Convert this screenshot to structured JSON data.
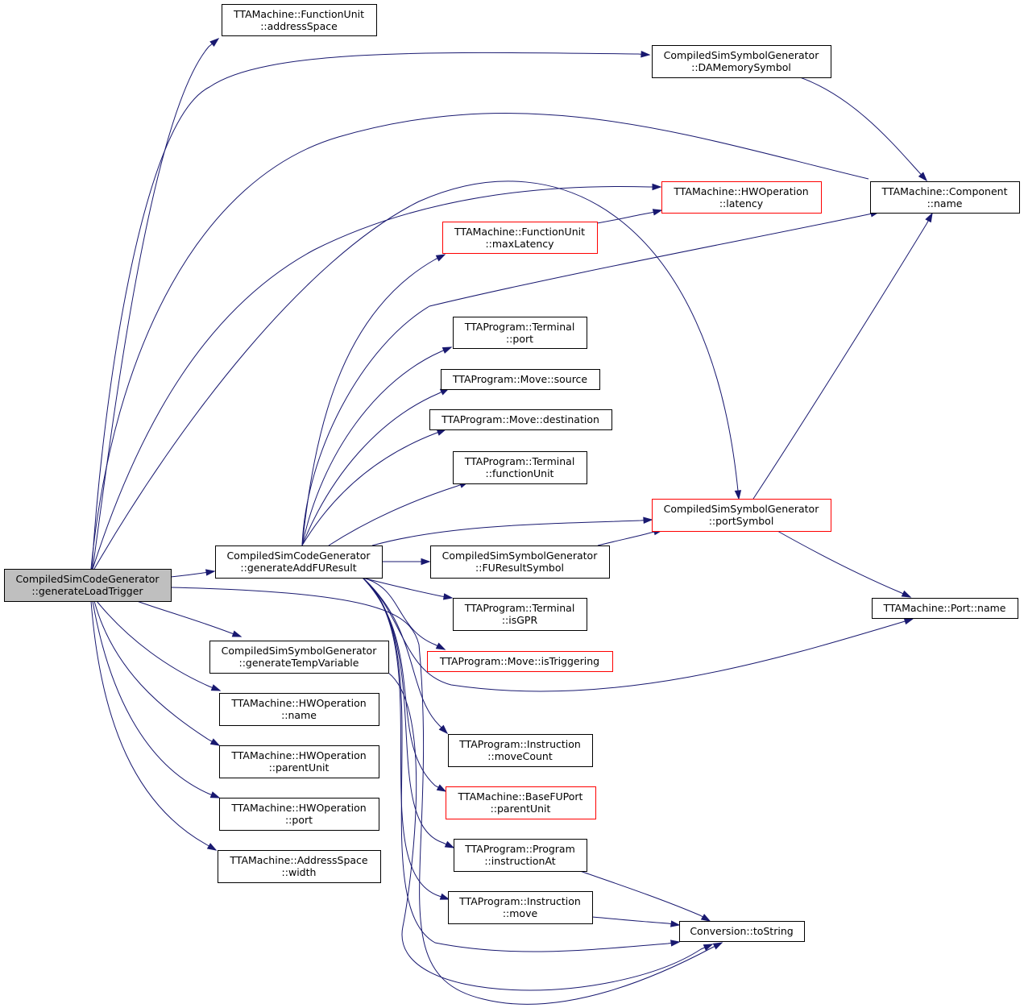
{
  "colors": {
    "edge": "#191970",
    "root_fill": "#bfbfbf",
    "red_border": "#ff0000",
    "black_border": "#000000"
  },
  "nodes": {
    "root": {
      "line1": "CompiledSimCodeGenerator",
      "line2": "::generateLoadTrigger",
      "style": "root"
    },
    "fu_as": {
      "line1": "TTAMachine::FunctionUnit",
      "line2": "::addressSpace",
      "style": "normal"
    },
    "damem": {
      "line1": "CompiledSimSymbolGenerator",
      "line2": "::DAMemorySymbol",
      "style": "normal"
    },
    "hw_lat": {
      "line1": "TTAMachine::HWOperation",
      "line2": "::latency",
      "style": "red"
    },
    "comp": {
      "line1": "TTAMachine::Component",
      "line2": "::name",
      "style": "normal"
    },
    "fu_max": {
      "line1": "TTAMachine::FunctionUnit",
      "line2": "::maxLatency",
      "style": "red"
    },
    "t_port": {
      "line1": "TTAProgram::Terminal",
      "line2": "::port",
      "style": "normal"
    },
    "m_src": {
      "line1": "TTAProgram::Move::source",
      "line2": "",
      "style": "normal"
    },
    "m_dst": {
      "line1": "TTAProgram::Move::destination",
      "line2": "",
      "style": "normal"
    },
    "t_fu": {
      "line1": "TTAProgram::Terminal",
      "line2": "::functionUnit",
      "style": "normal"
    },
    "portsym": {
      "line1": "CompiledSimSymbolGenerator",
      "line2": "::portSymbol",
      "style": "red"
    },
    "addfu": {
      "line1": "CompiledSimCodeGenerator",
      "line2": "::generateAddFUResult",
      "style": "normal"
    },
    "furesym": {
      "line1": "CompiledSimSymbolGenerator",
      "line2": "::FUResultSymbol",
      "style": "normal"
    },
    "portname": {
      "line1": "TTAMachine::Port::name",
      "line2": "",
      "style": "normal"
    },
    "t_gpr": {
      "line1": "TTAProgram::Terminal",
      "line2": "::isGPR",
      "style": "normal"
    },
    "tempvar": {
      "line1": "CompiledSimSymbolGenerator",
      "line2": "::generateTempVariable",
      "style": "normal"
    },
    "m_trig": {
      "line1": "TTAProgram::Move::isTriggering",
      "line2": "",
      "style": "red"
    },
    "hw_name": {
      "line1": "TTAMachine::HWOperation",
      "line2": "::name",
      "style": "normal"
    },
    "i_mc": {
      "line1": "TTAProgram::Instruction",
      "line2": "::moveCount",
      "style": "normal"
    },
    "hw_pu": {
      "line1": "TTAMachine::HWOperation",
      "line2": "::parentUnit",
      "style": "normal"
    },
    "bfu_pu": {
      "line1": "TTAMachine::BaseFUPort",
      "line2": "::parentUnit",
      "style": "red"
    },
    "hw_port": {
      "line1": "TTAMachine::HWOperation",
      "line2": "::port",
      "style": "normal"
    },
    "as_w": {
      "line1": "TTAMachine::AddressSpace",
      "line2": "::width",
      "style": "normal"
    },
    "p_ia": {
      "line1": "TTAProgram::Program",
      "line2": "::instructionAt",
      "style": "normal"
    },
    "i_move": {
      "line1": "TTAProgram::Instruction",
      "line2": "::move",
      "style": "normal"
    },
    "tostr": {
      "line1": "Conversion::toString",
      "line2": "",
      "style": "normal"
    }
  },
  "edges": [
    {
      "from": "root",
      "to": "fu_as"
    },
    {
      "from": "root",
      "to": "damem"
    },
    {
      "from": "root",
      "to": "comp"
    },
    {
      "from": "root",
      "to": "hw_lat"
    },
    {
      "from": "root",
      "to": "portsym"
    },
    {
      "from": "root",
      "to": "addfu"
    },
    {
      "from": "root",
      "to": "tempvar"
    },
    {
      "from": "root",
      "to": "hw_name"
    },
    {
      "from": "root",
      "to": "hw_pu"
    },
    {
      "from": "root",
      "to": "hw_port"
    },
    {
      "from": "root",
      "to": "as_w"
    },
    {
      "from": "root",
      "to": "tostr"
    },
    {
      "from": "damem",
      "to": "comp"
    },
    {
      "from": "fu_max",
      "to": "hw_lat"
    },
    {
      "from": "portsym",
      "to": "comp"
    },
    {
      "from": "portsym",
      "to": "portname"
    },
    {
      "from": "furesym",
      "to": "portsym"
    },
    {
      "from": "addfu",
      "to": "fu_max"
    },
    {
      "from": "addfu",
      "to": "comp"
    },
    {
      "from": "addfu",
      "to": "t_port"
    },
    {
      "from": "addfu",
      "to": "m_src"
    },
    {
      "from": "addfu",
      "to": "m_dst"
    },
    {
      "from": "addfu",
      "to": "t_fu"
    },
    {
      "from": "addfu",
      "to": "portsym"
    },
    {
      "from": "addfu",
      "to": "furesym"
    },
    {
      "from": "addfu",
      "to": "t_gpr"
    },
    {
      "from": "addfu",
      "to": "m_trig"
    },
    {
      "from": "addfu",
      "to": "portname"
    },
    {
      "from": "addfu",
      "to": "i_mc"
    },
    {
      "from": "addfu",
      "to": "bfu_pu"
    },
    {
      "from": "addfu",
      "to": "p_ia"
    },
    {
      "from": "addfu",
      "to": "i_move"
    },
    {
      "from": "addfu",
      "to": "tostr"
    },
    {
      "from": "tempvar",
      "to": "tostr"
    },
    {
      "from": "p_ia",
      "to": "tostr"
    },
    {
      "from": "i_move",
      "to": "tostr"
    }
  ]
}
